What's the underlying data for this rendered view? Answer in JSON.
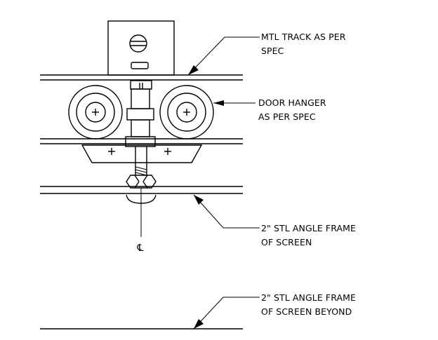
{
  "callouts": [
    {
      "lines": [
        "MTL TRACK AS PER",
        "SPEC"
      ]
    },
    {
      "lines": [
        "DOOR HANGER",
        "AS PER SPEC"
      ]
    },
    {
      "lines": [
        "2\" STL ANGLE FRAME",
        "OF SCREEN"
      ]
    },
    {
      "lines": [
        "2\" STL ANGLE FRAME",
        "OF SCREEN BEYOND"
      ]
    }
  ],
  "centerline_symbol": "℄"
}
